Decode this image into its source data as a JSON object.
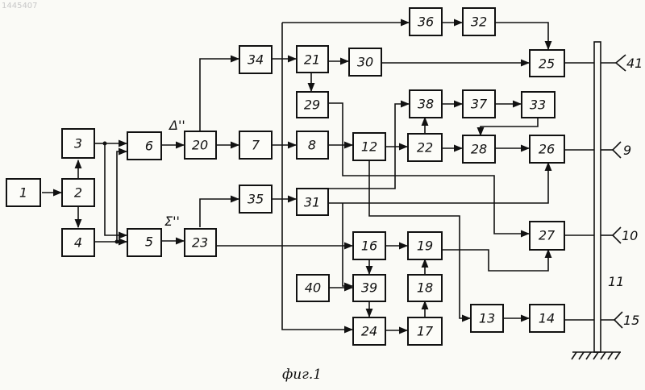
{
  "watermark": "1445407",
  "caption": "фиг.1",
  "blocks": [
    {
      "id": "1",
      "label": "1"
    },
    {
      "id": "2",
      "label": "2"
    },
    {
      "id": "3",
      "label": "3"
    },
    {
      "id": "4",
      "label": "4"
    },
    {
      "id": "6",
      "label": "6"
    },
    {
      "id": "5",
      "label": "5"
    },
    {
      "id": "20",
      "label": "20"
    },
    {
      "id": "23",
      "label": "23"
    },
    {
      "id": "34",
      "label": "34"
    },
    {
      "id": "35",
      "label": "35"
    },
    {
      "id": "7",
      "label": "7"
    },
    {
      "id": "8",
      "label": "8"
    },
    {
      "id": "21",
      "label": "21"
    },
    {
      "id": "29",
      "label": "29"
    },
    {
      "id": "30",
      "label": "30"
    },
    {
      "id": "36",
      "label": "36"
    },
    {
      "id": "32",
      "label": "32"
    },
    {
      "id": "31",
      "label": "31"
    },
    {
      "id": "12",
      "label": "12"
    },
    {
      "id": "22",
      "label": "22"
    },
    {
      "id": "38",
      "label": "38"
    },
    {
      "id": "37",
      "label": "37"
    },
    {
      "id": "33",
      "label": "33"
    },
    {
      "id": "28",
      "label": "28"
    },
    {
      "id": "25",
      "label": "25"
    },
    {
      "id": "26",
      "label": "26"
    },
    {
      "id": "27",
      "label": "27"
    },
    {
      "id": "16",
      "label": "16"
    },
    {
      "id": "19",
      "label": "19"
    },
    {
      "id": "39",
      "label": "39"
    },
    {
      "id": "40",
      "label": "40"
    },
    {
      "id": "18",
      "label": "18"
    },
    {
      "id": "24",
      "label": "24"
    },
    {
      "id": "17",
      "label": "17"
    },
    {
      "id": "13",
      "label": "13"
    },
    {
      "id": "14",
      "label": "14"
    }
  ],
  "signs": {
    "b6_plus": "+",
    "b6_minus": "−",
    "b5_plus1": "+",
    "b5_plus2": "+"
  },
  "signals": {
    "delta": "Δ''",
    "sigma": "Σ''"
  },
  "outputs": {
    "out41": "41",
    "out9": "9",
    "out10": "10",
    "out15": "15"
  },
  "mast_label": "11"
}
